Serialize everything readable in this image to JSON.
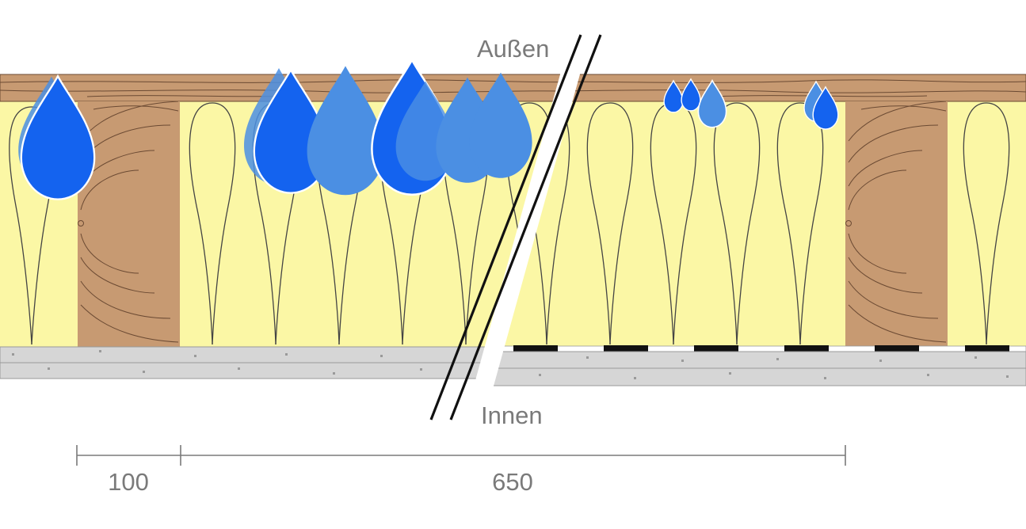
{
  "labels": {
    "outside": "Außen",
    "inside": "Innen"
  },
  "dimensions": {
    "left_segment": "100",
    "right_segment": "650"
  },
  "colors": {
    "insulation": "#fbf7a5",
    "wood": "#c79a72",
    "wood_grain": "#6b4a33",
    "board": "#d3d3d3",
    "vapor_barrier_strips": "#111111",
    "water_drop": "#1463ef",
    "water_drop_light": "#4b8fe3",
    "dimension_line": "#7a7a7a",
    "text": "#7a7a7a"
  },
  "elements": {
    "water_drops": "water-drop-icon",
    "break_line": "break-line-icon"
  }
}
